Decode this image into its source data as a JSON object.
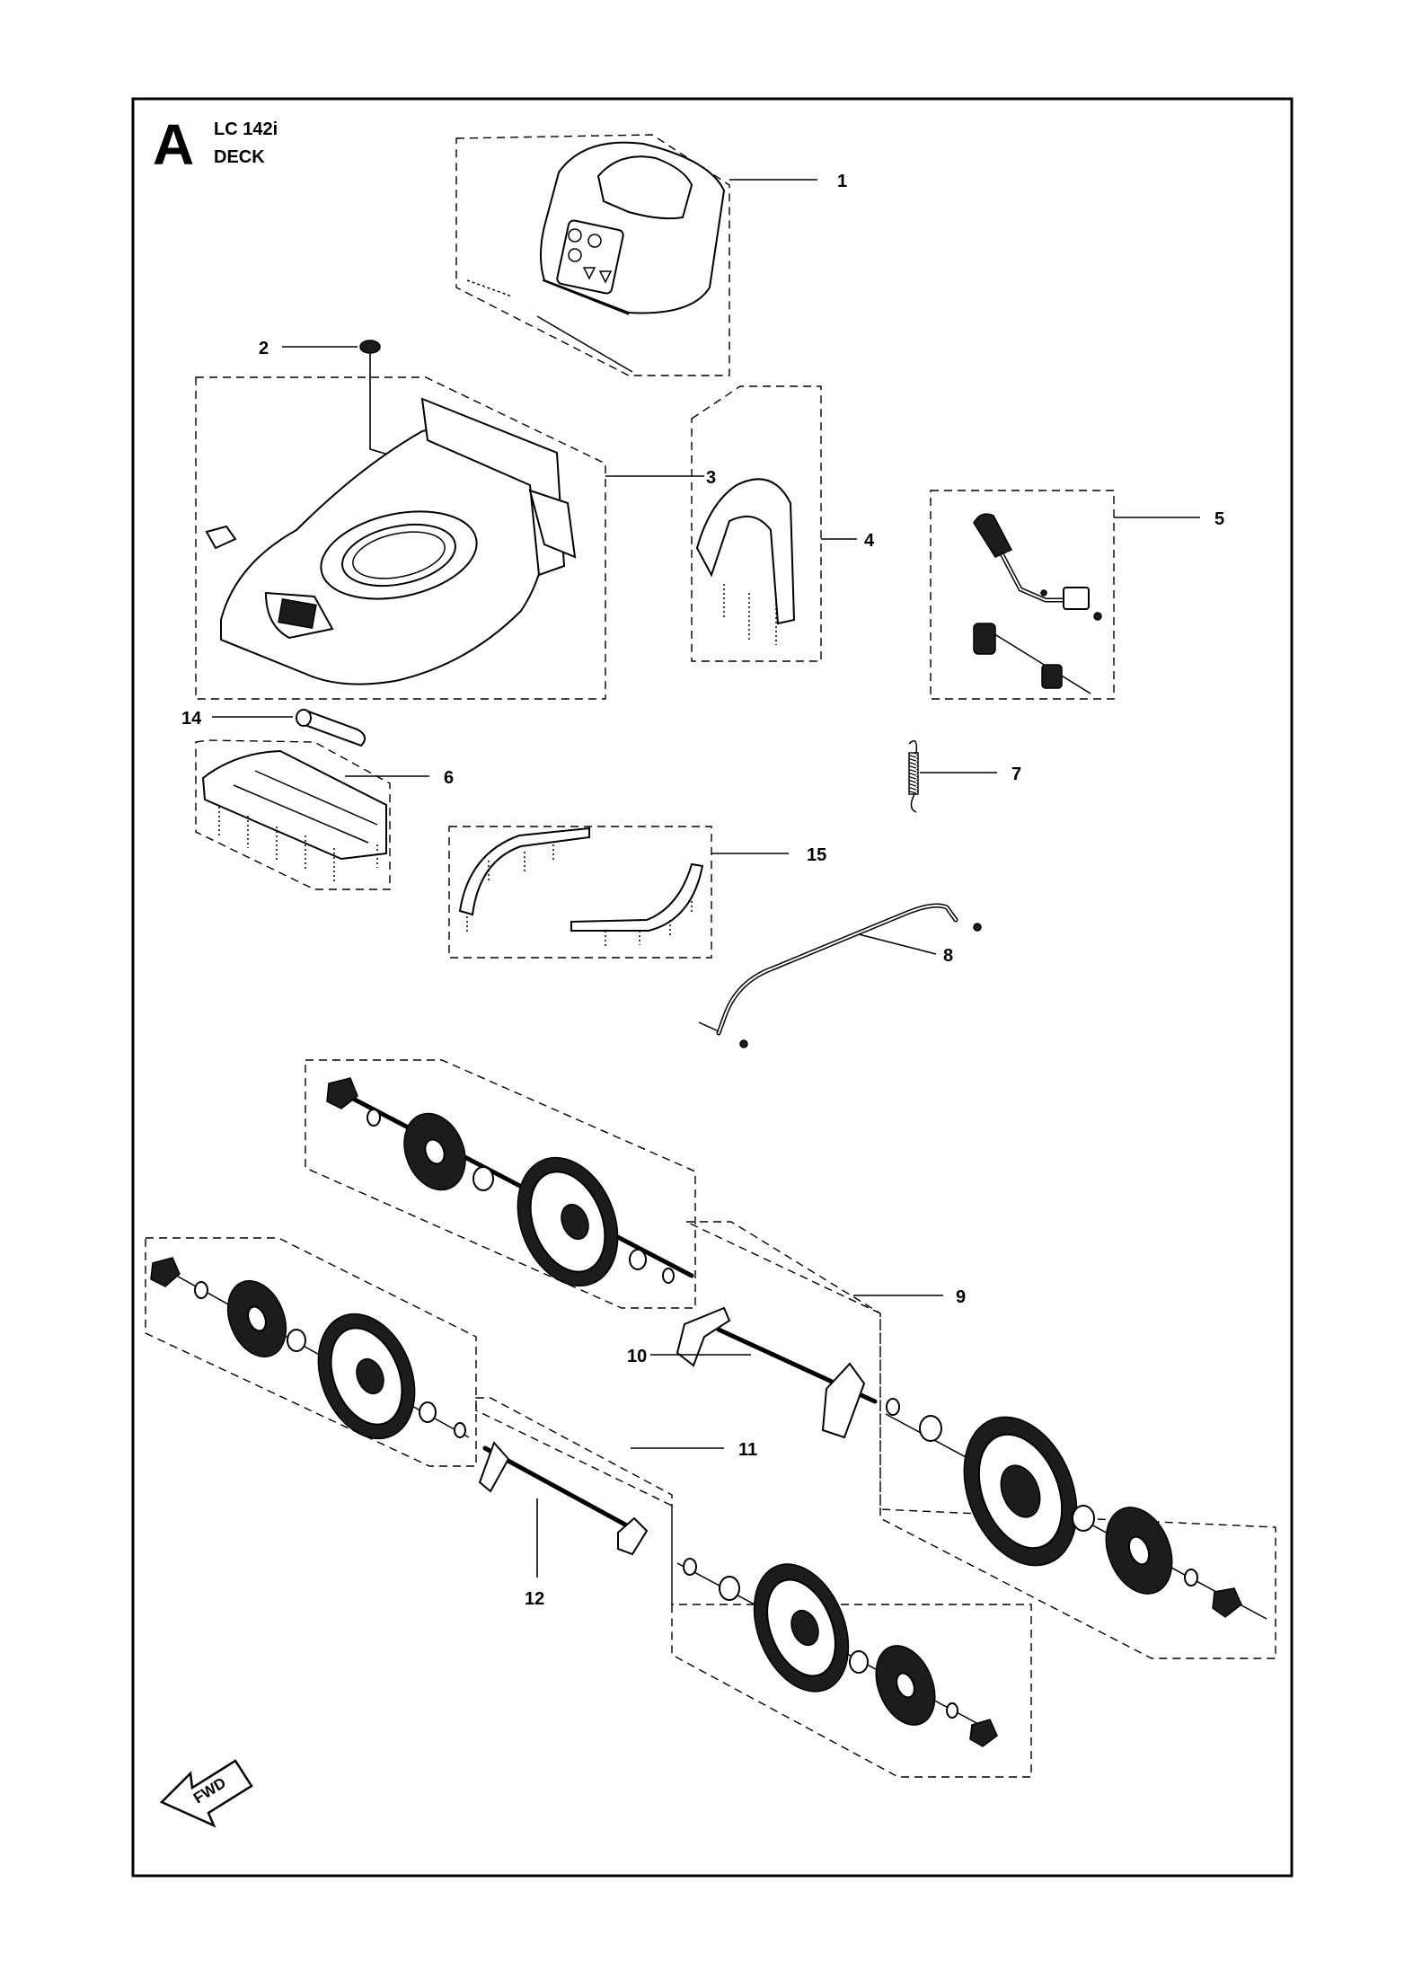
{
  "header": {
    "section_letter": "A",
    "model": "LC 142i",
    "section_name": "DECK"
  },
  "callouts": [
    "1",
    "2",
    "3",
    "4",
    "5",
    "6",
    "7",
    "8",
    "9",
    "10",
    "11",
    "12",
    "14",
    "15"
  ],
  "direction_badge": {
    "label": "FWD",
    "icon": "fwd-arrow-icon"
  }
}
